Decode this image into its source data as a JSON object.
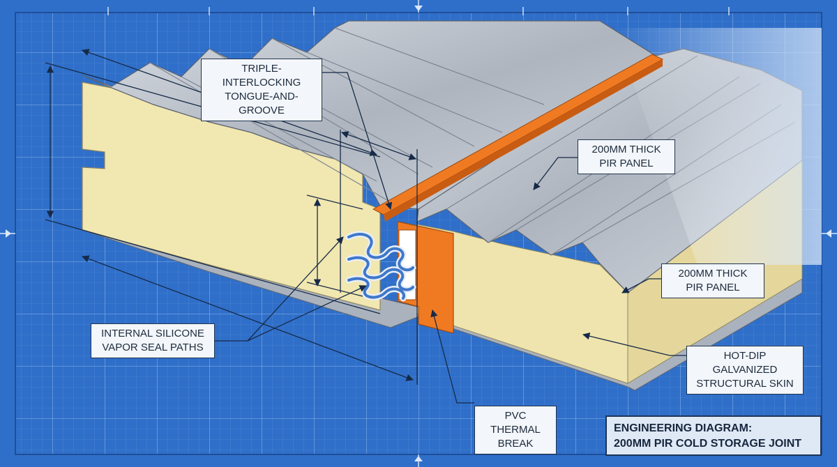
{
  "labels": {
    "tongue_groove": [
      "TRIPLE-INTERLOCKING",
      "TONGUE-AND-GROOVE"
    ],
    "panel_upper": [
      "200MM THICK",
      "PIR PANEL"
    ],
    "panel_lower": [
      "200MM THICK",
      "PIR PANEL"
    ],
    "silicone": [
      "INTERNAL SILICONE",
      "VAPOR SEAL PATHS"
    ],
    "skin": [
      "HOT-DIP GALVANIZED",
      "STRUCTURAL SKIN"
    ],
    "pvc": [
      "PVC THERMAL",
      "BREAK"
    ]
  },
  "title": [
    "ENGINEERING DIAGRAM:",
    "200MM PIR COLD STORAGE JOINT"
  ],
  "colors": {
    "blueprint": "#2f6fc9",
    "grid_line": "#6f9fe0",
    "foam": "#f1e7b0",
    "steel": "#b7bdc6",
    "pvc": "#f07a22",
    "seal": "#3f78c9"
  }
}
